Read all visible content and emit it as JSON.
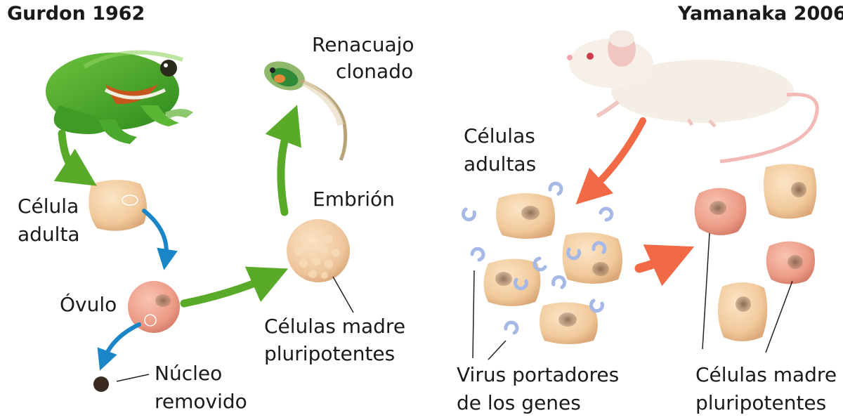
{
  "left": {
    "title": "Gurdon 1962",
    "labels": {
      "tadpole_line1": "Renacuajo",
      "tadpole_line2": "clonado",
      "adult_cell_line1": "Célula",
      "adult_cell_line2": "adulta",
      "embryo": "Embrión",
      "egg": "Óvulo",
      "stem_line1": "Células madre",
      "stem_line2": "pluripotentes",
      "nucleus_line1": "Núcleo",
      "nucleus_line2": "removido"
    }
  },
  "right": {
    "title": "Yamanaka 2006",
    "labels": {
      "adult_cells_line1": "Células",
      "adult_cells_line2": "adultas",
      "virus_line1": "Virus portadores",
      "virus_line2": "de los genes",
      "stem_line1": "Células madre",
      "stem_line2": "pluripotentes"
    }
  },
  "colors": {
    "green_arrow": "#5aaa2a",
    "blue_arrow": "#1a86c8",
    "red_arrow": "#f26a45",
    "adult_cell": "#f1c99b",
    "egg": "#ec9b86",
    "stem_cell_pink": "#ef9580",
    "virus": "#a6b9e6"
  }
}
